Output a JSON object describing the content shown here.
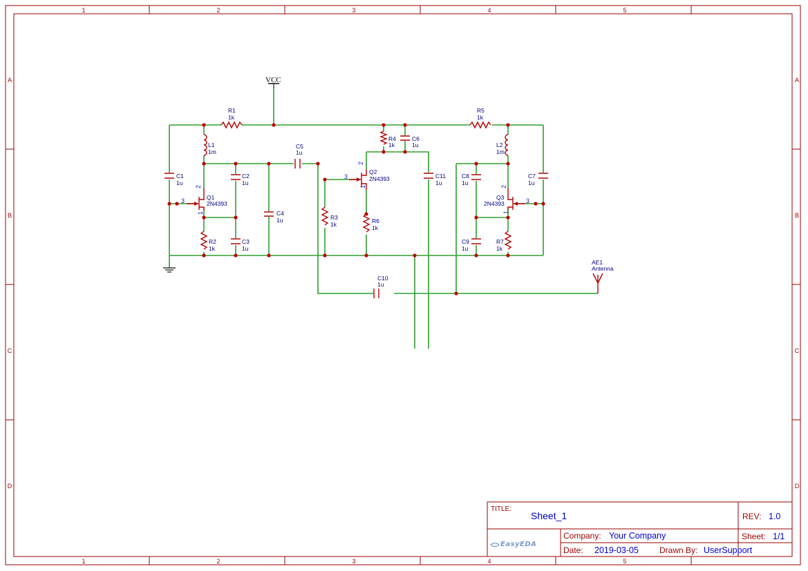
{
  "frame": {
    "columns": [
      "1",
      "2",
      "3",
      "4",
      "5"
    ],
    "rows": [
      "A",
      "B",
      "C",
      "D"
    ]
  },
  "title_block": {
    "title_label": "TITLE:",
    "title_value": "Sheet_1",
    "rev_label": "REV:",
    "rev_value": "1.0",
    "company_label": "Company:",
    "company_value": "Your Company",
    "sheet_label": "Sheet:",
    "sheet_value": "1/1",
    "date_label": "Date:",
    "date_value": "2019-03-05",
    "drawn_label": "Drawn By:",
    "drawn_value": "UserSupport",
    "logo_text": "EasyEDA"
  },
  "power": {
    "vcc_label": "VCC"
  },
  "components": {
    "R1": {
      "ref": "R1",
      "val": "1k"
    },
    "R2": {
      "ref": "R2",
      "val": "1k"
    },
    "R3": {
      "ref": "R3",
      "val": "1k"
    },
    "R4": {
      "ref": "R4",
      "val": "1k"
    },
    "R5": {
      "ref": "R5",
      "val": "1k"
    },
    "R6": {
      "ref": "R6",
      "val": "1k"
    },
    "R7": {
      "ref": "R7",
      "val": "1k"
    },
    "L1": {
      "ref": "L1",
      "val": "1m"
    },
    "L2": {
      "ref": "L2",
      "val": "1m"
    },
    "C1": {
      "ref": "C1",
      "val": "1u"
    },
    "C2": {
      "ref": "C2",
      "val": "1u"
    },
    "C3": {
      "ref": "C3",
      "val": "1u"
    },
    "C4": {
      "ref": "C4",
      "val": "1u"
    },
    "C5": {
      "ref": "C5",
      "val": "1u"
    },
    "C6": {
      "ref": "C6",
      "val": "1u"
    },
    "C7": {
      "ref": "C7",
      "val": "1u"
    },
    "C8": {
      "ref": "C8",
      "val": "1u"
    },
    "C9": {
      "ref": "C9",
      "val": "1u"
    },
    "C10": {
      "ref": "C10",
      "val": "1u"
    },
    "C11": {
      "ref": "C11",
      "val": "1u"
    },
    "Q1": {
      "ref": "Q1",
      "val": "2N4393"
    },
    "Q2": {
      "ref": "Q2",
      "val": "2N4393"
    },
    "Q3": {
      "ref": "Q3",
      "val": "2N4393"
    },
    "AE1": {
      "ref": "AE1",
      "val": "Antenna"
    }
  },
  "pins": {
    "gate": "3",
    "drain": "2",
    "source": "1"
  }
}
